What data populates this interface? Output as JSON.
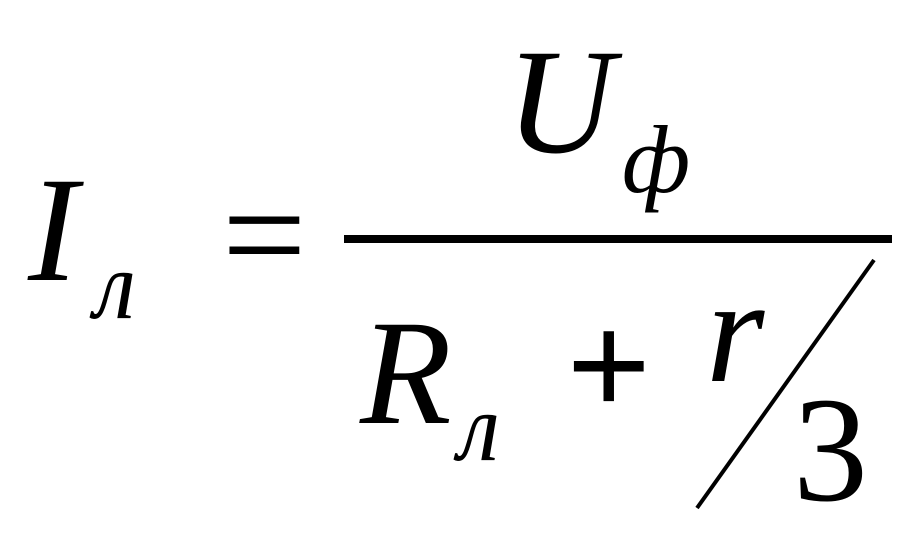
{
  "formula": {
    "lhs": {
      "symbol": "I",
      "subscript": "л"
    },
    "equals": "=",
    "numerator": {
      "symbol": "U",
      "subscript": "ф"
    },
    "denominator": {
      "symbol": "R",
      "subscript": "л",
      "plus": "+",
      "fraction_numerator": "r",
      "fraction_denominator": "3"
    }
  },
  "colors": {
    "ink": "#000000",
    "background": "#ffffff"
  }
}
